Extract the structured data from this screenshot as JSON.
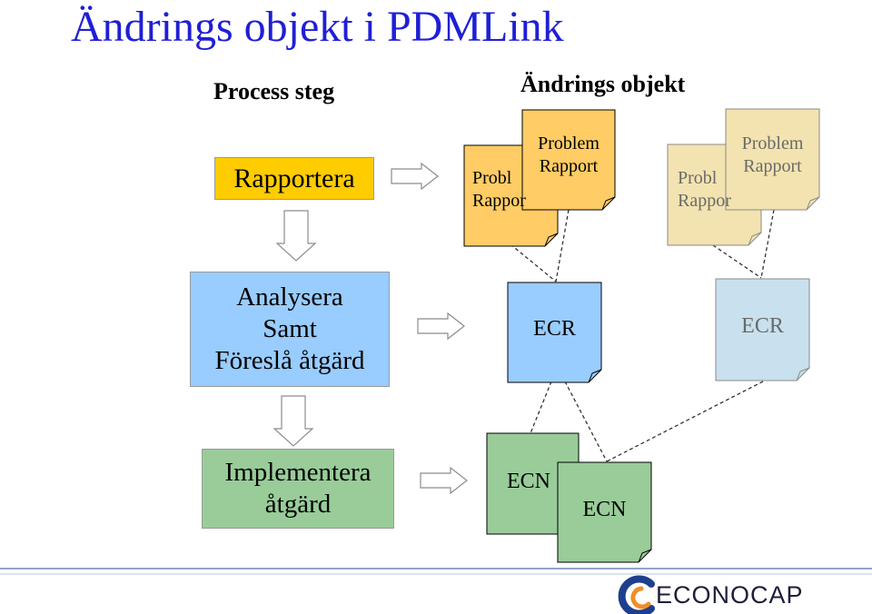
{
  "title": "Ändrings objekt i PDMLink",
  "headers": {
    "process": "Process steg",
    "objects": "Ändrings objekt"
  },
  "steps": {
    "report": "Rapportera",
    "analyze": [
      "Analysera",
      "Samt",
      "Föreslå åtgärd"
    ],
    "implement": [
      "Implementera",
      "åtgärd"
    ]
  },
  "documents": {
    "problem_back_1": [
      "Probl",
      "Rappor"
    ],
    "problem_front_1": [
      "Problem",
      "Rapport"
    ],
    "problem_back_2": [
      "Probl",
      "Rappor"
    ],
    "problem_front_2": [
      "Problem",
      "Rapport"
    ],
    "ecr_1": "ECR",
    "ecr_2": "ECR",
    "ecn_1": "ECN",
    "ecn_2": "ECN"
  },
  "logo": {
    "text": "ECONOCAP"
  },
  "colors": {
    "title": "#1f1fd6",
    "report": "#ffcc00",
    "analyze": "#99ccff",
    "implement": "#99cc99",
    "problem_doc": "#ffcc66",
    "problem_doc_faded": "#f2e3b0",
    "ecr_faded": "#c9e0ee",
    "footer_line": "#6f84b8"
  }
}
